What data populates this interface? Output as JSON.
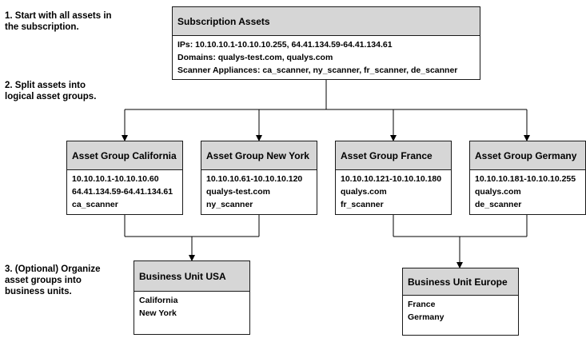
{
  "steps": {
    "step1": [
      "1. Start with all assets in",
      "the subscription."
    ],
    "step2": [
      "2. Split assets into",
      "logical asset groups."
    ],
    "step3": [
      "3. (Optional) Organize",
      "asset groups into",
      "business units."
    ]
  },
  "subscription": {
    "title": "Subscription Assets",
    "lines": [
      "IPs: 10.10.10.1-10.10.10.255, 64.41.134.59-64.41.134.61",
      "Domains: qualys-test.com, qualys.com",
      "Scanner Appliances: ca_scanner, ny_scanner, fr_scanner, de_scanner"
    ]
  },
  "asset_groups": [
    {
      "title": "Asset Group California",
      "lines": [
        "10.10.10.1-10.10.10.60",
        "64.41.134.59-64.41.134.61",
        "ca_scanner"
      ]
    },
    {
      "title": "Asset Group New York",
      "lines": [
        "10.10.10.61-10.10.10.120",
        "qualys-test.com",
        "ny_scanner"
      ]
    },
    {
      "title": "Asset Group France",
      "lines": [
        "10.10.10.121-10.10.10.180",
        "qualys.com",
        "fr_scanner"
      ]
    },
    {
      "title": "Asset Group Germany",
      "lines": [
        "10.10.10.181-10.10.10.255",
        "qualys.com",
        "de_scanner"
      ]
    }
  ],
  "business_units": [
    {
      "title": "Business Unit USA",
      "lines": [
        "California",
        "New York"
      ]
    },
    {
      "title": "Business Unit Europe",
      "lines": [
        "France",
        "Germany"
      ]
    }
  ]
}
